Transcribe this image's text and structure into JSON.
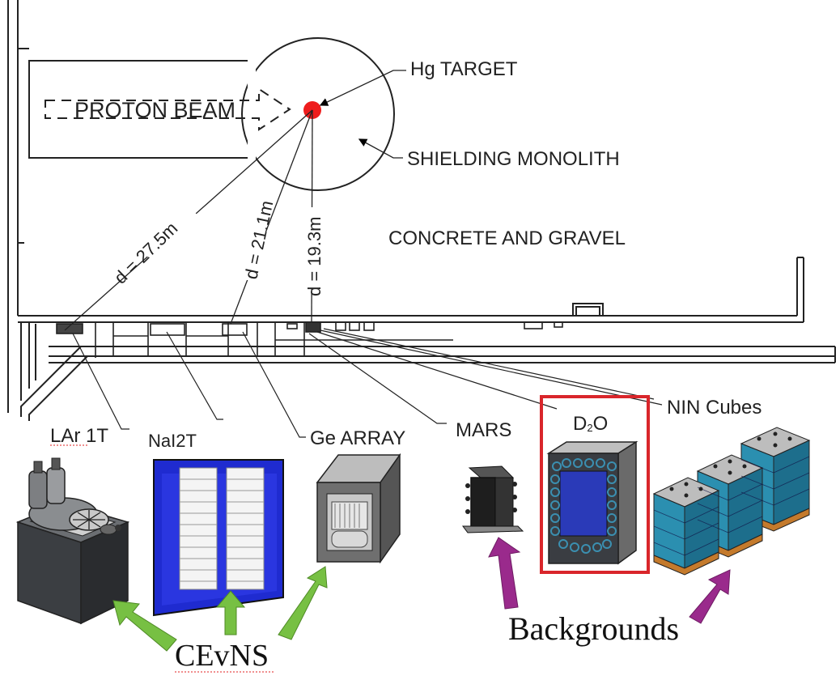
{
  "floorplan": {
    "target_label": "Hg TARGET",
    "beam_label": "PROTON BEAM",
    "monolith_label": "SHIELDING MONOLITH",
    "fill_label": "CONCRETE AND GRAVEL",
    "distances": [
      {
        "label": "d = 27.5m"
      },
      {
        "label": "d = 21.1m"
      },
      {
        "label": "d = 19.3m"
      }
    ]
  },
  "detectors": [
    {
      "id": "lar",
      "label": "LAr 1T"
    },
    {
      "id": "nai",
      "label": "NaI2T"
    },
    {
      "id": "ge",
      "label": "Ge ARRAY"
    },
    {
      "id": "mars",
      "label": "MARS"
    },
    {
      "id": "d2o",
      "label": "D",
      "subscript": "2",
      "suffix": "O"
    },
    {
      "id": "nin",
      "label": "NIN Cubes"
    }
  ],
  "groups": {
    "cevns": "CEvNS",
    "backgrounds": "Backgrounds"
  },
  "colors": {
    "target": "#ee1c1c",
    "highlight_box": "#d9262b",
    "cevns_arrow": "#77c043",
    "background_arrow": "#9a2a8c",
    "nai_blue": "#1f2bd0",
    "cube_teal": "#2b8fb0"
  }
}
